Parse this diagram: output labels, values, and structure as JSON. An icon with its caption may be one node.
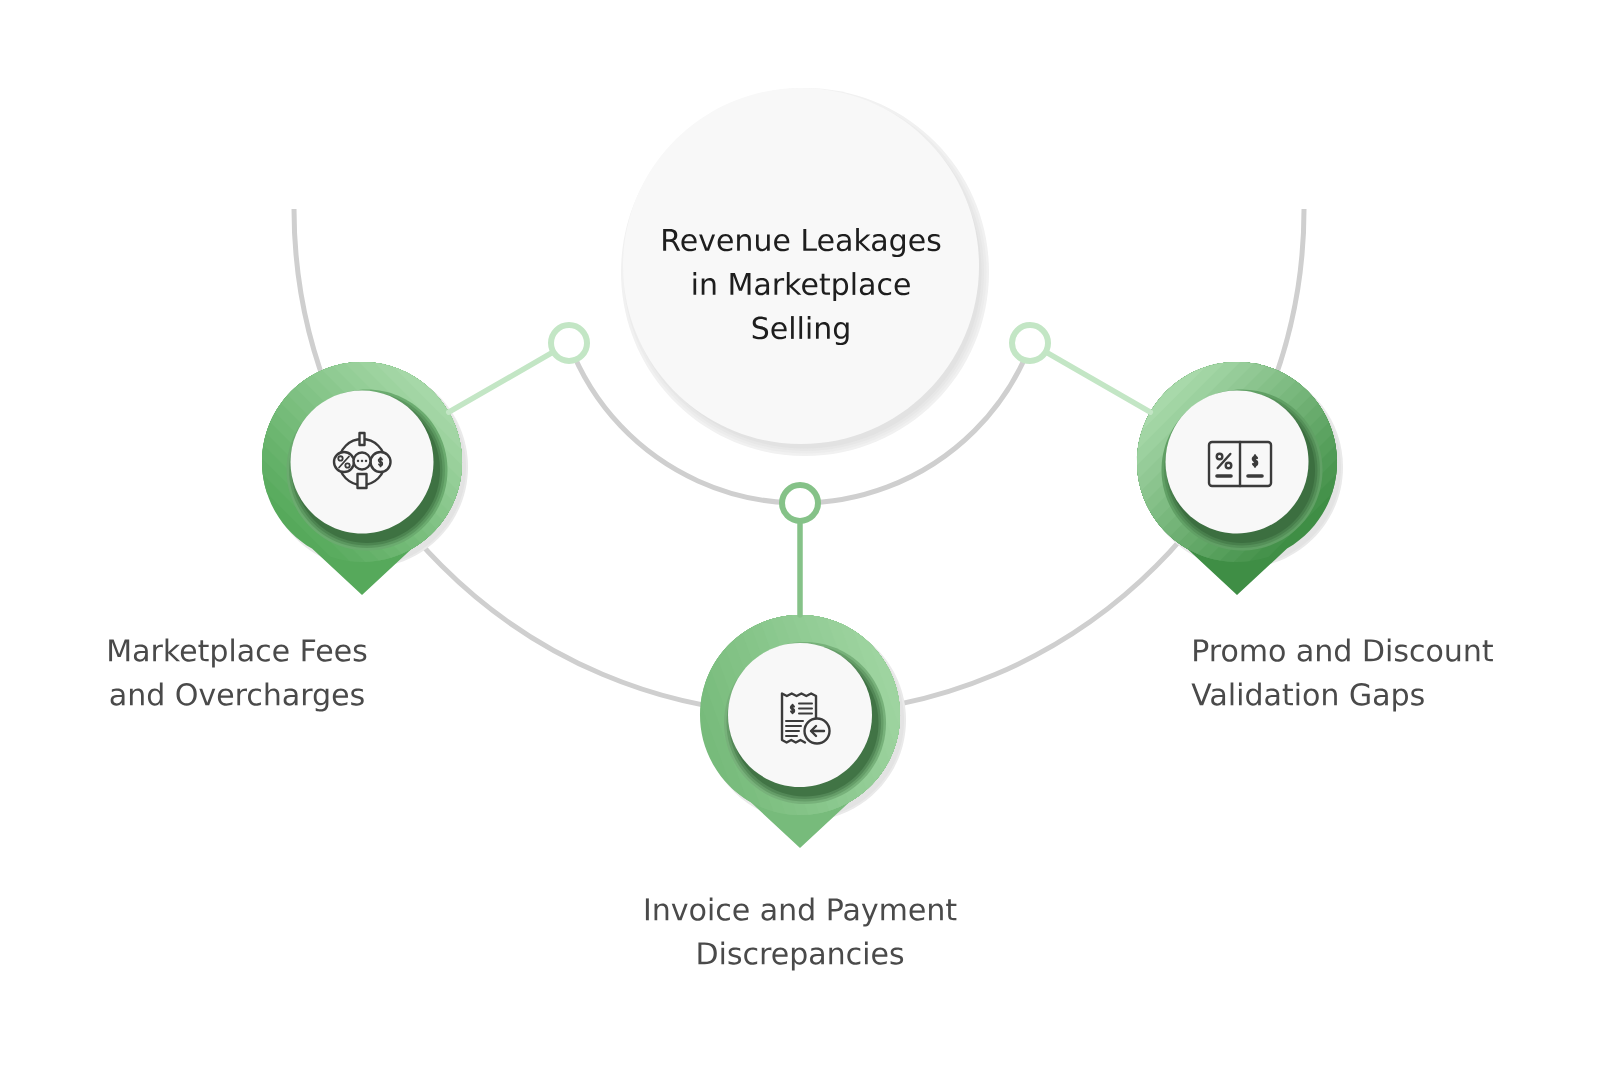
{
  "diagram": {
    "nodes": [
      {
        "text": [
          "Revenue Leakages in Marketplace Selling"
        ]
      },
      {
        "text": [],
        "shape": "circle",
        "beside": [
          "Marketplace Fees and Overcharges"
        ]
      },
      {
        "text": [],
        "shape": "circle",
        "beside": [
          "Invoice and Payment Discrepancies"
        ]
      },
      {
        "text": [],
        "shape": "circle",
        "beside": [
          "Promo and Discount Validation Gaps"
        ]
      },
      {
        "text": [],
        "shape": "circle"
      },
      {
        "text": [],
        "shape": "circle"
      },
      {
        "text": [],
        "shape": "circle"
      }
    ],
    "edges": [
      {
        "from": 1,
        "to": 4,
        "arrow": "none"
      },
      {
        "from": 2,
        "to": 5,
        "arrow": "none",
        "color": "#85c288"
      },
      {
        "from": 3,
        "to": 6,
        "arrow": "none"
      }
    ]
  }
}
